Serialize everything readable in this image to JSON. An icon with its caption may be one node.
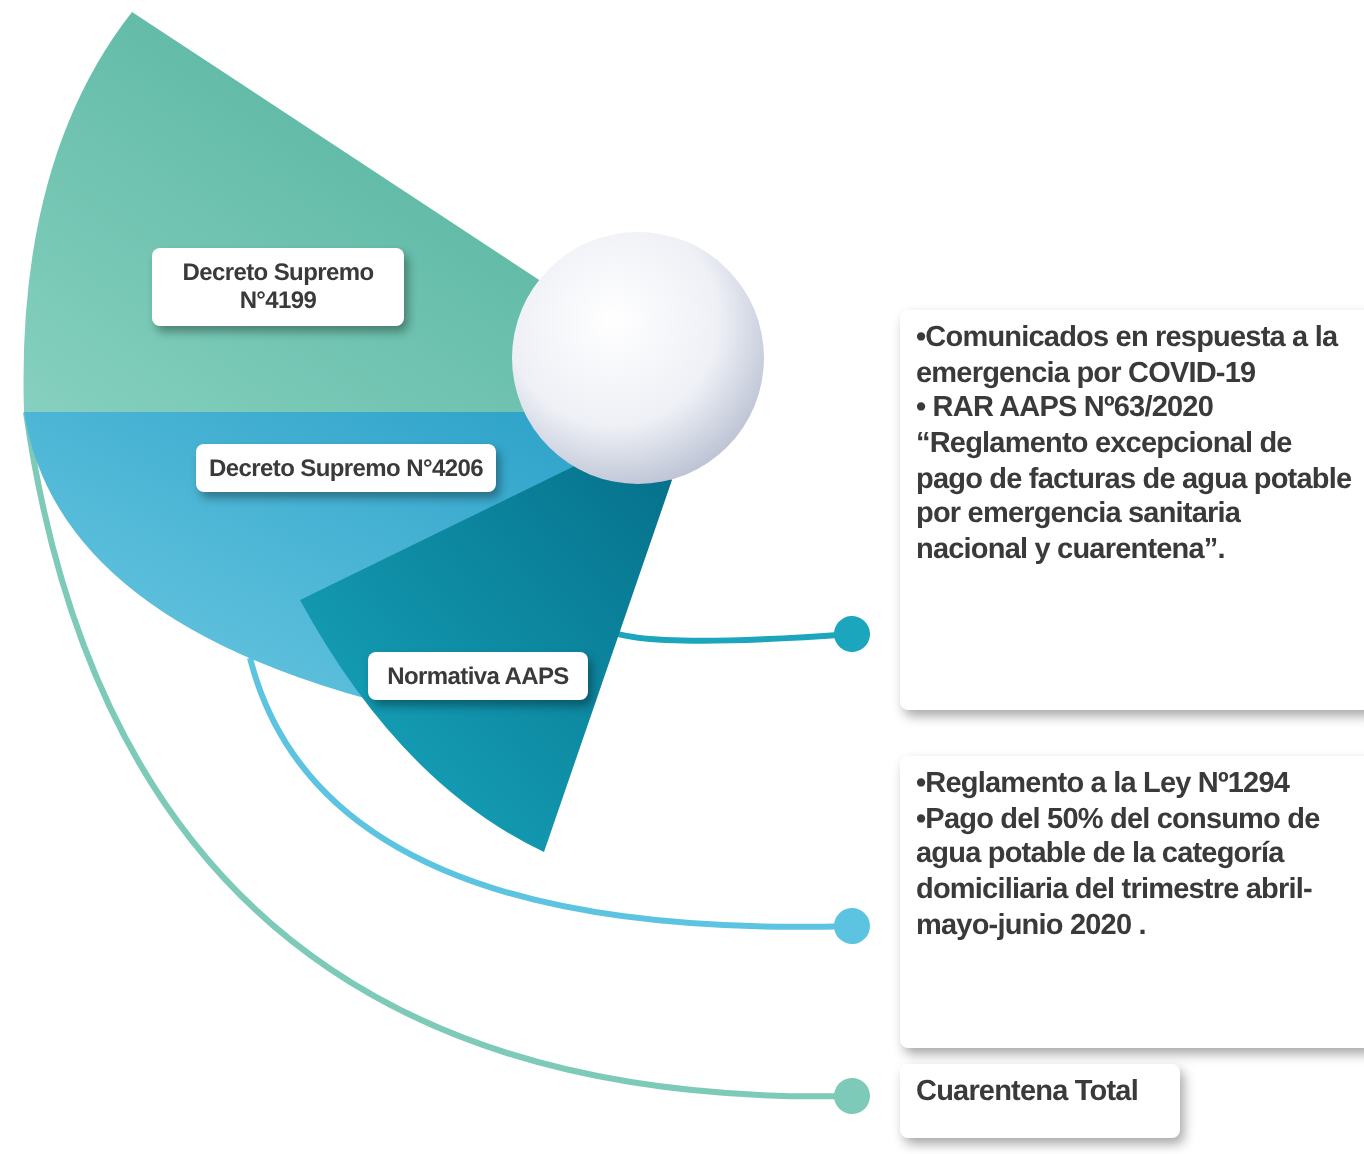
{
  "diagram": {
    "nodes": [
      {
        "text": [
          "Decreto Supremo N°4199"
        ]
      },
      {
        "text": [
          "Decreto Supremo N°4206"
        ]
      },
      {
        "text": [
          "Normativa AAPS"
        ]
      },
      {
        "text": [
          "•Comunicados en respuesta a la emergencia por COVID-19",
          "• RAR AAPS Nº63/2020 “Reglamento excepcional de pago de facturas de agua potable por emergencia sanitaria nacional y cuarentena”."
        ]
      },
      {
        "text": [
          "•Reglamento a la Ley Nº1294",
          "•Pago del 50% del consumo de agua potable de la categoría domiciliaria del trimestre abril-mayo-junio 2020 ."
        ]
      },
      {
        "text": [
          "Cuarentena Total"
        ]
      }
    ],
    "edges": [
      {
        "from": 2,
        "to": 3,
        "arrow": "other",
        "color": "#1ba6bd"
      },
      {
        "from": 1,
        "to": 4,
        "arrow": "other",
        "color": "#5cc4e0"
      },
      {
        "from": 0,
        "to": 5,
        "arrow": "other",
        "color": "#7ccab7"
      }
    ]
  }
}
